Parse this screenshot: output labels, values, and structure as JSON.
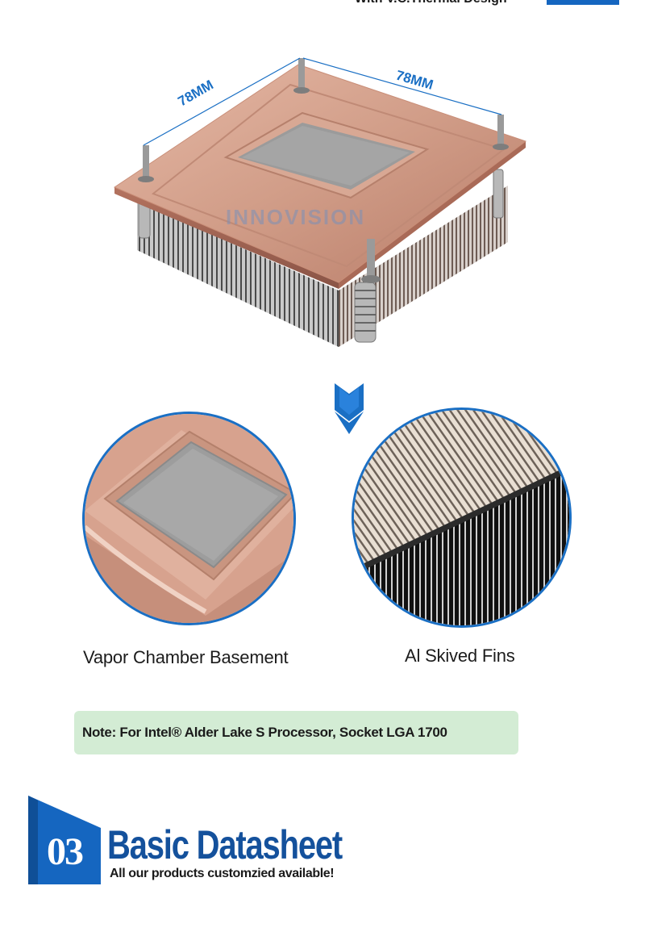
{
  "header": {
    "title": "With V.C.Thermal Design"
  },
  "hero": {
    "dimension_left": "78MM",
    "dimension_right": "78MM",
    "brand_watermark": "INNOVISION"
  },
  "features": [
    {
      "caption": "Vapor Chamber Basement"
    },
    {
      "caption": "Al Skived Fins"
    }
  ],
  "note": {
    "text": "Note: For Intel® Alder Lake S Processor, Socket LGA 1700"
  },
  "section": {
    "number": "03",
    "title": "Basic Datasheet",
    "subtitle": "All our products customzied available!"
  },
  "colors": {
    "accent_blue": "#1566c0",
    "title_blue": "#14519c",
    "note_green": "#d3ecd4",
    "copper": "#cf9a85"
  }
}
